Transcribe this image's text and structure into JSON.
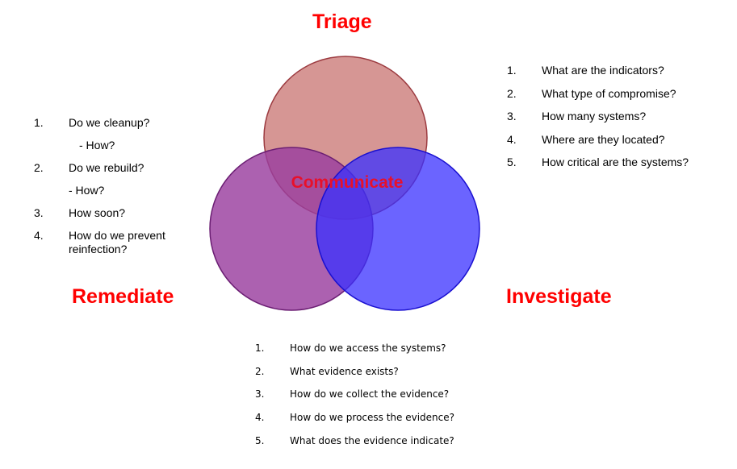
{
  "headings": {
    "triage": "Triage",
    "remediate": "Remediate",
    "investigate": "Investigate"
  },
  "center_label": "Communicate",
  "colors": {
    "heading": "#ff0000",
    "center_label": "#e8102a",
    "circle_triage_fill": "#cd7f7d",
    "circle_triage_stroke": "#9c3b40",
    "circle_remediate_fill": "#9a3e9f",
    "circle_remediate_stroke": "#6b1e73",
    "circle_investigate_fill": "#3a30ff",
    "circle_investigate_stroke": "#1a10d0"
  },
  "triage_questions": [
    {
      "num": "1.",
      "text": "What are the indicators?"
    },
    {
      "num": "2.",
      "text": "What type of compromise?"
    },
    {
      "num": "3.",
      "text": "How many systems?"
    },
    {
      "num": "4.",
      "text": "Where are they located?"
    },
    {
      "num": "5.",
      "text": "How critical are the systems?"
    }
  ],
  "remediate_questions": [
    {
      "num": "1.",
      "text": "Do we cleanup?",
      "sub": "- How?"
    },
    {
      "num": "2.",
      "text": "Do we rebuild?",
      "sub": "- How?"
    },
    {
      "num": "3.",
      "text": "How soon?"
    },
    {
      "num": "4.",
      "text": "How do we prevent reinfection?"
    }
  ],
  "investigate_questions": [
    {
      "num": "1.",
      "text": "How do we access the systems?"
    },
    {
      "num": "2.",
      "text": "What evidence exists?"
    },
    {
      "num": "3.",
      "text": "How do we collect the evidence?"
    },
    {
      "num": "4.",
      "text": "How do we process the evidence?"
    },
    {
      "num": "5.",
      "text": "What does the evidence indicate?"
    }
  ]
}
